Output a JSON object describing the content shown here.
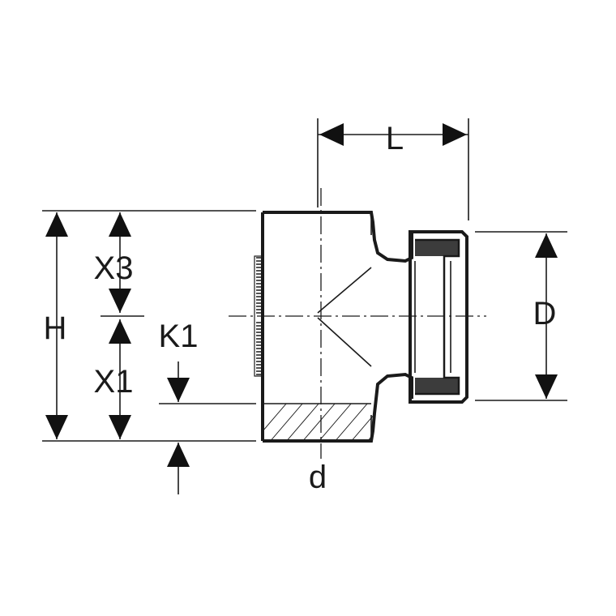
{
  "labels": {
    "L": "L",
    "H": "H",
    "X3": "X3",
    "K1": "K1",
    "X1": "X1",
    "D": "D",
    "d": "d"
  },
  "colors": {
    "line": "#1a1a1a",
    "background": "#ffffff"
  }
}
